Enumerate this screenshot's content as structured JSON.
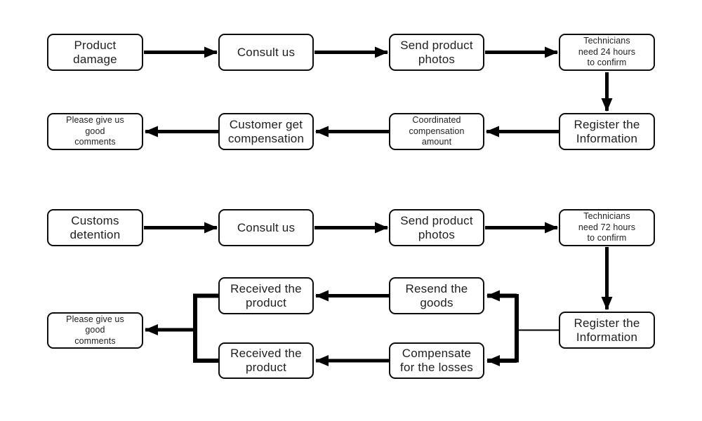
{
  "diagram": {
    "type": "flowchart",
    "background_color": "#ffffff",
    "line_color": "#000000",
    "box_border_color": "#0d0d0d",
    "flows": [
      {
        "name": "product-damage-flow"
      },
      {
        "name": "customs-detention-flow"
      }
    ]
  },
  "nodes": [
    {
      "id": "product_damage",
      "label": "Product\ndamage"
    },
    {
      "id": "consult_us_1",
      "label": "Consult us"
    },
    {
      "id": "send_photos_1",
      "label": "Send product\nphotos"
    },
    {
      "id": "technicians_24h",
      "label": "Technicians\nneed 24 hours\nto confirm"
    },
    {
      "id": "good_comments_1",
      "label": "Please give us\ngood\ncomments"
    },
    {
      "id": "customer_compensation",
      "label": "Customer get\ncompensation"
    },
    {
      "id": "coordinated_amount",
      "label": "Coordinated\ncompensation\namount"
    },
    {
      "id": "register_info_1",
      "label": "Register the\nInformation"
    },
    {
      "id": "customs_detention",
      "label": "Customs\ndetention"
    },
    {
      "id": "consult_us_2",
      "label": "Consult us"
    },
    {
      "id": "send_photos_2",
      "label": "Send product\nphotos"
    },
    {
      "id": "technicians_72h",
      "label": "Technicians\nneed 72 hours\nto confirm"
    },
    {
      "id": "received_product_1",
      "label": "Received the\nproduct"
    },
    {
      "id": "resend_goods",
      "label": "Resend the\ngoods"
    },
    {
      "id": "good_comments_2",
      "label": "Please give us\ngood\ncomments"
    },
    {
      "id": "received_product_2",
      "label": "Received the\nproduct"
    },
    {
      "id": "compensate_losses",
      "label": "Compensate\nfor the losses"
    },
    {
      "id": "register_info_2",
      "label": "Register the\nInformation"
    }
  ],
  "edges": [
    {
      "from": "product_damage",
      "to": "consult_us_1"
    },
    {
      "from": "consult_us_1",
      "to": "send_photos_1"
    },
    {
      "from": "send_photos_1",
      "to": "technicians_24h"
    },
    {
      "from": "technicians_24h",
      "to": "register_info_1"
    },
    {
      "from": "register_info_1",
      "to": "coordinated_amount"
    },
    {
      "from": "coordinated_amount",
      "to": "customer_compensation"
    },
    {
      "from": "customer_compensation",
      "to": "good_comments_1"
    },
    {
      "from": "customs_detention",
      "to": "consult_us_2"
    },
    {
      "from": "consult_us_2",
      "to": "send_photos_2"
    },
    {
      "from": "send_photos_2",
      "to": "technicians_72h"
    },
    {
      "from": "technicians_72h",
      "to": "register_info_2"
    },
    {
      "from": "register_info_2",
      "to": "resend_goods"
    },
    {
      "from": "register_info_2",
      "to": "compensate_losses"
    },
    {
      "from": "resend_goods",
      "to": "received_product_1"
    },
    {
      "from": "compensate_losses",
      "to": "received_product_2"
    },
    {
      "from": "received_product_1",
      "to": "good_comments_2"
    },
    {
      "from": "received_product_2",
      "to": "good_comments_2"
    }
  ]
}
